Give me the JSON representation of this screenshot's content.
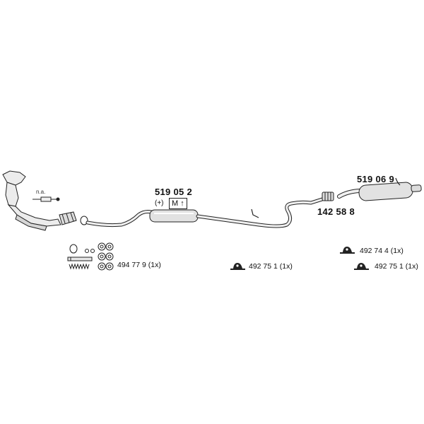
{
  "parts": {
    "center_muffler": "519 05 2",
    "rear_muffler": "519 06 9",
    "connector": "142 58 8"
  },
  "markers": {
    "plus": "(+)",
    "m_letter": "M"
  },
  "note": "n.a.",
  "hardware": {
    "mount_kit": "494 77 9 (1x)",
    "hanger_center": "492 75 1 (1x)",
    "hanger_rear_upper": "492 74 4 (1x)",
    "hanger_rear_lower": "492 75 1 (1x)"
  }
}
